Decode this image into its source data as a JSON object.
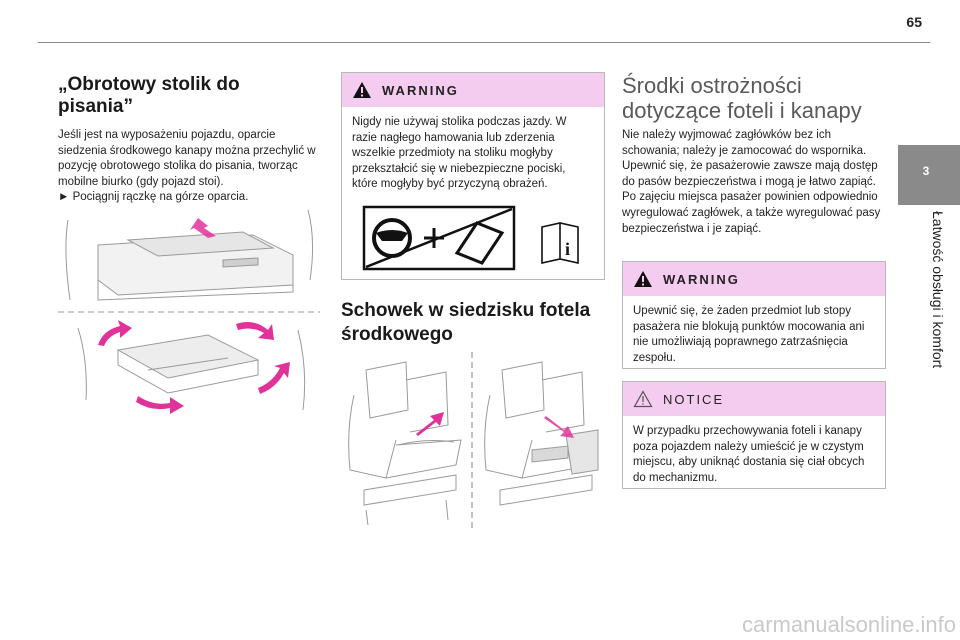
{
  "page": {
    "number": "65"
  },
  "sidebar": {
    "chapter_number": "3",
    "chapter_title": "Łatwość obsługi i komfort"
  },
  "section_desk": {
    "title_line1": "„Obrotowy stolik do",
    "title_line2": "pisania”",
    "body": "Jeśli jest na wyposażeniu pojazdu, oparcie siedzenia środkowego kanapy można przechylić w pozycję obrotowego stolika do pisania, tworząc mobilne biurko (gdy pojazd stoi).",
    "bullet_marker": "►",
    "bullet": "Pociągnij rączkę na górze oparcia."
  },
  "warning_desk": {
    "label": "WARNING",
    "text": "Nigdy nie używaj stolika podczas jazdy. W razie nagłego hamowania lub zderzenia wszelkie przedmioty na stoliku mogłyby przekształcić się w niebezpieczne pociski, które mogłyby być przyczyną obrażeń."
  },
  "section_storage": {
    "title_line1": "Schowek w siedzisku fotela",
    "title_line2": "środkowego"
  },
  "section_precautions": {
    "title_line1": "Środki ostrożności",
    "title_line2": "dotyczące foteli i kanapy",
    "text": "Nie należy wyjmować zagłówków bez ich schowania; należy je zamocować do wspornika. Upewnić się, że pasażerowie zawsze mają dostęp do pasów bezpieczeństwa i mogą je łatwo zapiąć. Po zajęciu miejsca pasażer powinien odpowiednio wyregulować zagłówek, a także wyregulować pasy bezpieczeństwa i je zapiąć."
  },
  "warning_anchors": {
    "label": "WARNING",
    "text": "Upewnić się, że żaden przedmiot lub stopy pasażera nie blokują punktów mocowania ani nie umożliwiają poprawnego zatrzaśnięcia zespołu."
  },
  "notice_storage": {
    "label": "NOTICE",
    "text": "W przypadku przechowywania foteli i kanapy poza pojazdem należy umieścić je w czystym miejscu, aby uniknąć dostania się ciał obcych do mechanizmu."
  },
  "footer": {
    "watermark": "carmanualsonline.info"
  },
  "colors": {
    "box_header": "#f3ccf0",
    "accent_magenta": "#e0339a",
    "tab_gray": "#8a8a8a"
  }
}
